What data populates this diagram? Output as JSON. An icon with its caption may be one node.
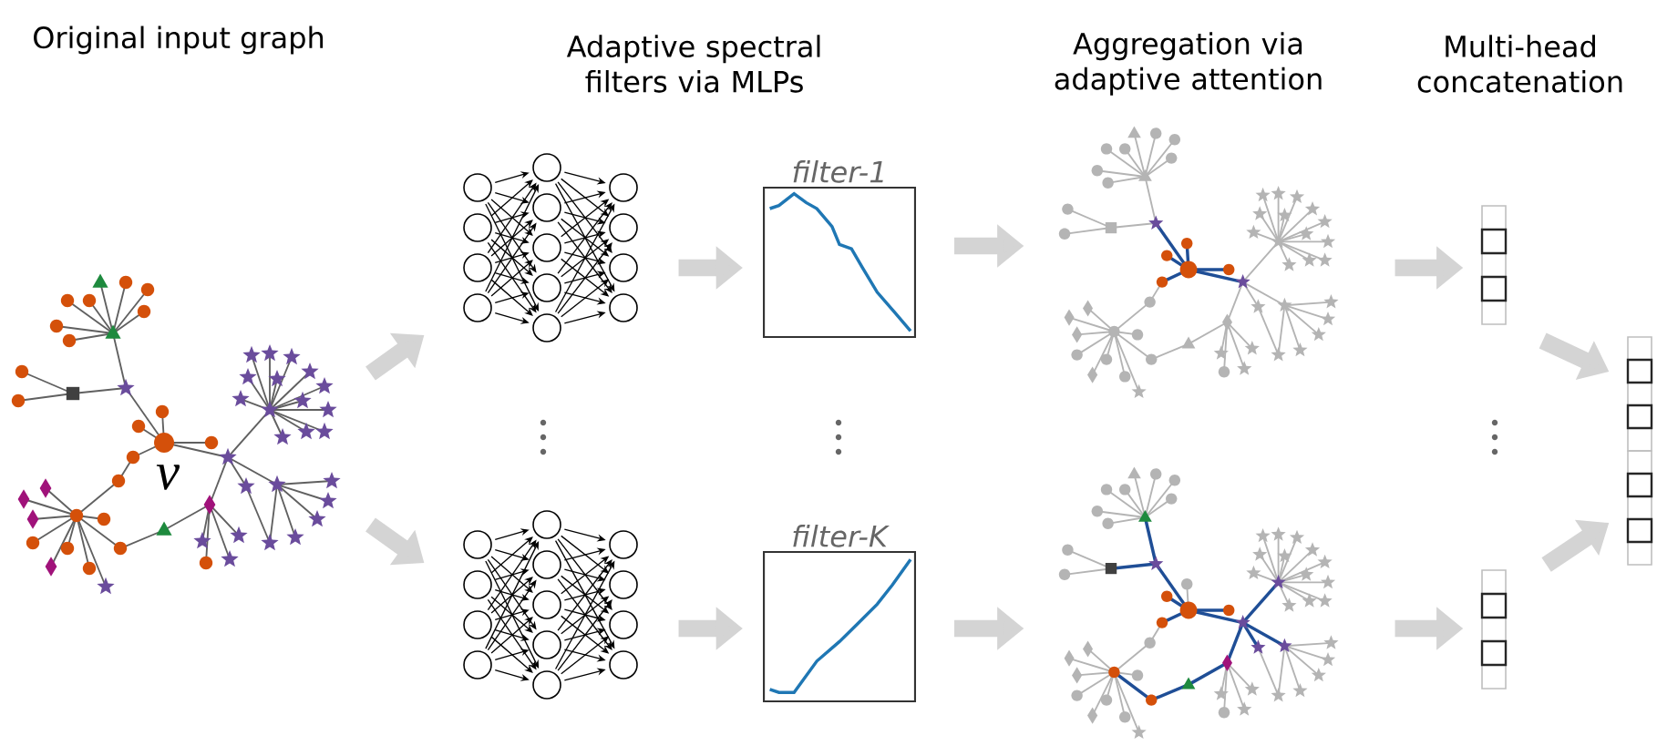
{
  "diagram": {
    "nodes": [
      {
        "text": [],
        "shape": "picture"
      },
      {
        "text": [],
        "shape": "picture"
      },
      {
        "text": [],
        "shape": "picture"
      },
      {
        "text": [
          "filter-1"
        ]
      },
      {
        "text": [
          "filter-K"
        ]
      },
      {
        "text": [],
        "shape": "picture"
      },
      {
        "text": [],
        "shape": "picture"
      },
      {
        "text": [],
        "shape": "bar"
      },
      {
        "text": [],
        "shape": "bar"
      },
      {
        "text": [],
        "shape": "bar"
      }
    ],
    "edges": [
      {
        "from": 0,
        "to": 1,
        "arrow": "to"
      },
      {
        "from": 0,
        "to": 2,
        "arrow": "to"
      },
      {
        "from": 1,
        "to": 3,
        "arrow": "to"
      },
      {
        "from": 2,
        "to": 4,
        "arrow": "to"
      },
      {
        "from": 3,
        "to": 5,
        "arrow": "to"
      },
      {
        "from": 4,
        "to": 6,
        "arrow": "to"
      },
      {
        "from": 5,
        "to": 7,
        "arrow": "to"
      },
      {
        "from": 6,
        "to": 8,
        "arrow": "to"
      },
      {
        "from": 7,
        "to": 9,
        "arrow": "to"
      },
      {
        "from": 8,
        "to": 9,
        "arrow": "to"
      }
    ],
    "labels": [
      "Original input graph",
      "Adaptive spectral filters via MLPs",
      "Aggregation via adaptive attention",
      "Multi-head concatenation",
      "v"
    ]
  }
}
